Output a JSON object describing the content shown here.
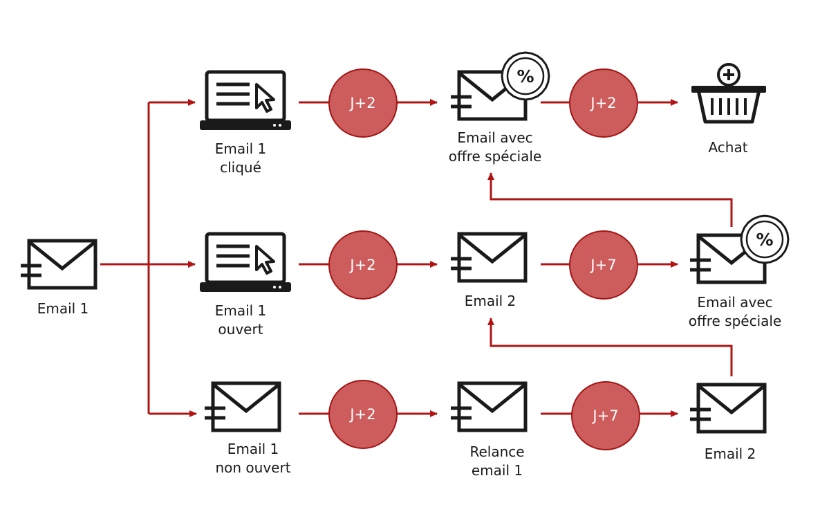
{
  "colors": {
    "arrow": "#b01414",
    "badge_fill": "#cd5c5c",
    "icon_stroke": "#1a1a1a"
  },
  "nodes": {
    "email1": {
      "label": "Email 1",
      "icon": "envelope-icon"
    },
    "clicked": {
      "label_line1": "Email 1",
      "label_line2": "cliqué",
      "icon": "laptop-cursor-icon"
    },
    "opened": {
      "label_line1": "Email 1",
      "label_line2": "ouvert",
      "icon": "laptop-cursor-icon"
    },
    "not_opened": {
      "label_line1": "Email 1",
      "label_line2": "non ouvert",
      "icon": "envelope-icon"
    },
    "offer_top": {
      "label_line1": "Email avec",
      "label_line2": "offre spéciale",
      "icon": "envelope-percent-icon"
    },
    "purchase": {
      "label": "Achat",
      "icon": "basket-plus-icon"
    },
    "email2_mid": {
      "label": "Email 2",
      "icon": "envelope-icon"
    },
    "offer_mid": {
      "label_line1": "Email avec",
      "label_line2": "offre spéciale",
      "icon": "envelope-percent-icon"
    },
    "reminder": {
      "label_line1": "Relance",
      "label_line2": "email 1",
      "icon": "envelope-icon"
    },
    "email2_bot": {
      "label": "Email 2",
      "icon": "envelope-icon"
    }
  },
  "delays": {
    "top_1": "J+2",
    "top_2": "J+2",
    "mid_1": "J+2",
    "mid_2": "J+7",
    "bot_1": "J+2",
    "bot_2": "J+7"
  }
}
